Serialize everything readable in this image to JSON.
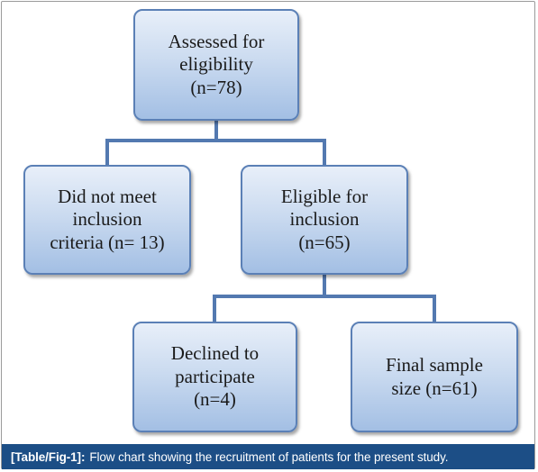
{
  "flowchart": {
    "nodes": {
      "assessed": "Assessed  for\neligibility\n(n=78)",
      "excluded": "Did  not  meet\ninclusion\ncriteria  (n= 13)",
      "eligible": "Eligible  for\ninclusion\n(n=65)",
      "declined": "Declined  to\nparticipate\n(n=4)",
      "final": "Final  sample\nsize  (n=61)"
    },
    "edges": [
      {
        "from": "assessed",
        "to": "excluded"
      },
      {
        "from": "assessed",
        "to": "eligible"
      },
      {
        "from": "eligible",
        "to": "declined"
      },
      {
        "from": "eligible",
        "to": "final"
      }
    ]
  },
  "caption": {
    "label": "[Table/Fig-1]:",
    "text": "Flow chart showing the recruitment of patients for the present study."
  },
  "colors": {
    "connector": "#5379b0",
    "node_border": "#5b80b6",
    "caption_background": "#1c4e86"
  }
}
